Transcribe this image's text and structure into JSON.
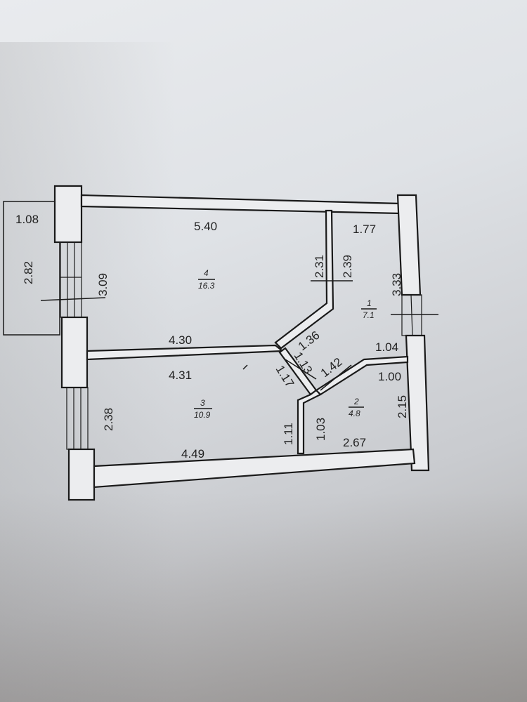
{
  "plan": {
    "balcony": {
      "width": "1.08",
      "height": "2.82"
    },
    "rooms": [
      {
        "number": "4",
        "area": "16.3",
        "dims": [
          "5.40",
          "3.09",
          "4.30",
          "2.31",
          "2.39"
        ]
      },
      {
        "number": "1",
        "area": "7.1",
        "dims": [
          "1.77",
          "3.33",
          "1.36",
          "1.04"
        ]
      },
      {
        "number": "3",
        "area": "10.9",
        "dims": [
          "4.31",
          "2.38",
          "4.49",
          "1.11",
          "1.17",
          "1.13"
        ]
      },
      {
        "number": "2",
        "area": "4.8",
        "dims": [
          "1.42",
          "1.00",
          "1.03",
          "2.15",
          "2.67"
        ]
      }
    ]
  },
  "colors": {
    "paper": "#e6e8eb",
    "ink": "#1a1a1a"
  }
}
